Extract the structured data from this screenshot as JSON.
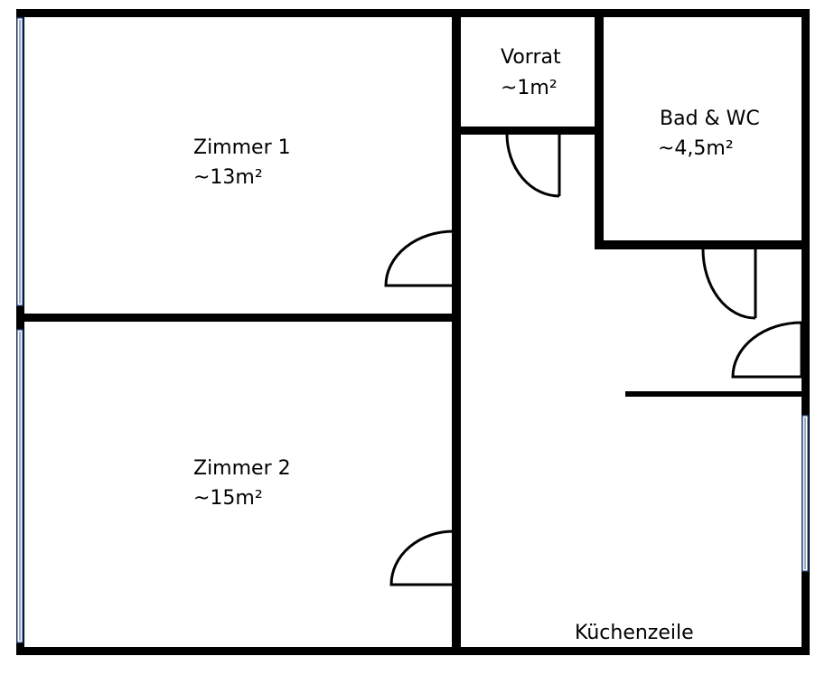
{
  "rooms": {
    "zimmer1": {
      "name": "Zimmer 1",
      "area": "~13m²"
    },
    "zimmer2": {
      "name": "Zimmer 2",
      "area": "~15m²"
    },
    "vorrat": {
      "name": "Vorrat",
      "area": "~1m²"
    },
    "bad": {
      "name": "Bad & WC",
      "area": "~4,5m²"
    },
    "kueche": {
      "name": "Küchenzeile"
    }
  },
  "colors": {
    "wall": "#000000",
    "window_frame": "#2f5597",
    "background": "#ffffff"
  }
}
